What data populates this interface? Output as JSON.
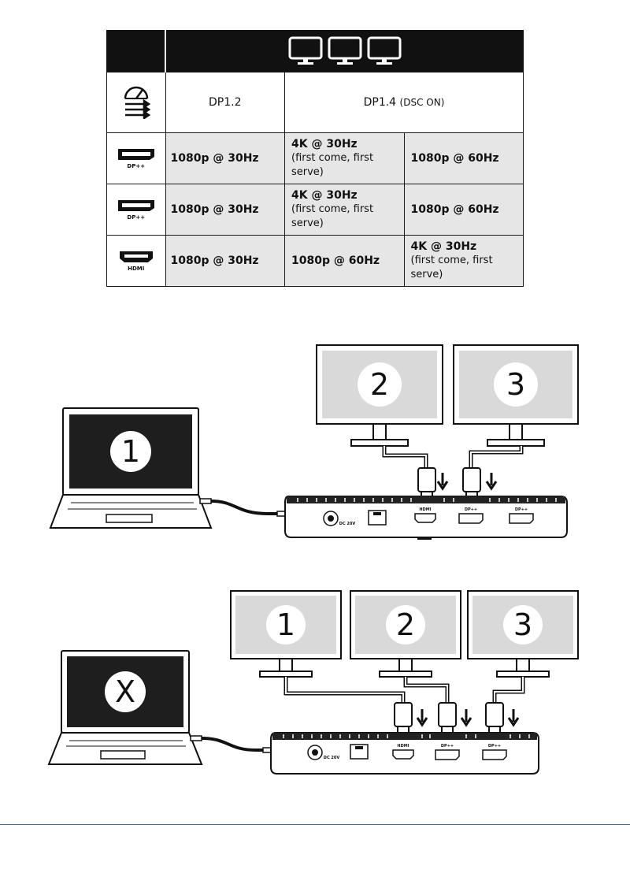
{
  "table": {
    "version_headers": {
      "dp12": "DP1.2",
      "dp14": "DP1.4",
      "dp14_note": "(DSC ON)"
    },
    "rows": [
      {
        "port_label": "DP++",
        "dp12": "1080p @ 30Hz",
        "dp14_a_main": "4K @ 30Hz",
        "dp14_a_note": "(first come, first serve)",
        "dp14_b_main": "1080p @ 60Hz",
        "dp14_b_note": ""
      },
      {
        "port_label": "DP++",
        "dp12": "1080p @ 30Hz",
        "dp14_a_main": "4K @ 30Hz",
        "dp14_a_note": "(first come, first serve)",
        "dp14_b_main": "1080p @ 60Hz",
        "dp14_b_note": ""
      },
      {
        "port_label": "HDMI",
        "dp12": "1080p @ 30Hz",
        "dp14_a_main": "1080p @ 60Hz",
        "dp14_a_note": "",
        "dp14_b_main": "4K @ 30Hz",
        "dp14_b_note": "(first come, first serve)"
      }
    ]
  },
  "diagram_top": {
    "laptop_label": "1",
    "monitor_labels": [
      "2",
      "3"
    ],
    "dock_labels": {
      "dc": "DC 20V",
      "hdmi": "HDMI",
      "dp1": "DP++",
      "dp2": "DP++"
    }
  },
  "diagram_bottom": {
    "laptop_label": "X",
    "monitor_labels": [
      "1",
      "2",
      "3"
    ],
    "dock_labels": {
      "dc": "DC 20V",
      "hdmi": "HDMI",
      "dp1": "DP++",
      "dp2": "DP++"
    }
  },
  "colors": {
    "header_bg": "#111111",
    "cell_bg": "#e6e6e6",
    "screen_gray": "#d9d9d9",
    "laptop_screen": "#1e1e1e",
    "rule": "#3b6e9a"
  }
}
